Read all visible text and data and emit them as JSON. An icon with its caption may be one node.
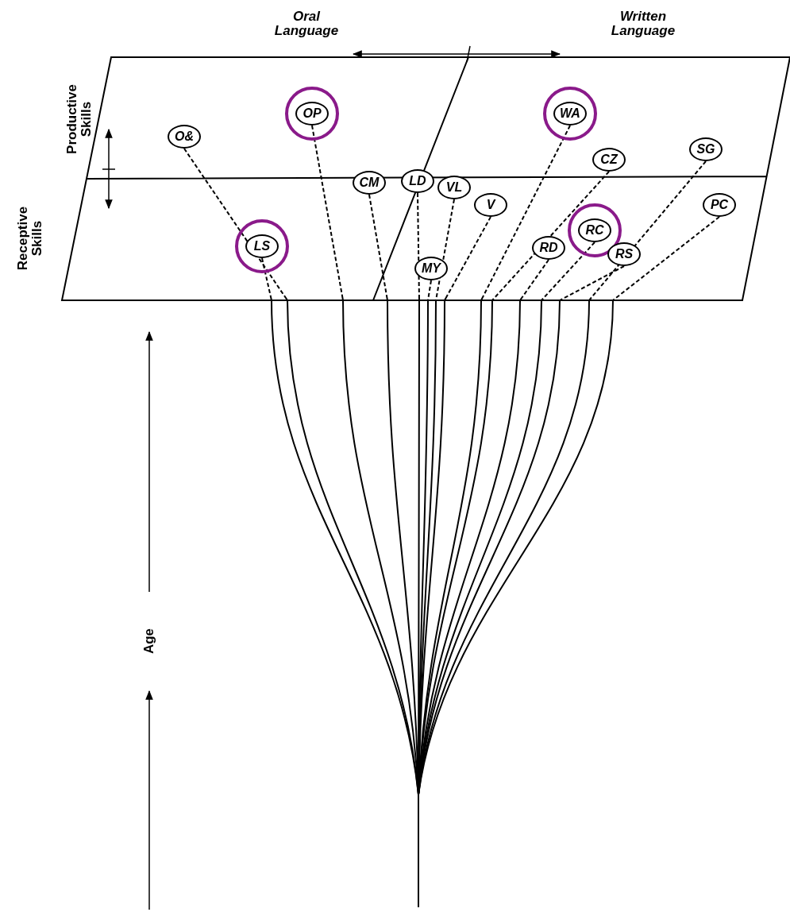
{
  "diagram": {
    "nodes": [
      {
        "text": [
          "OP"
        ]
      },
      {
        "text": [
          "WA"
        ]
      },
      {
        "text": [
          "O&"
        ]
      },
      {
        "text": [
          "SG"
        ]
      },
      {
        "text": [
          "CZ"
        ]
      },
      {
        "text": [
          "LD"
        ]
      },
      {
        "text": [
          "CM"
        ]
      },
      {
        "text": [
          "VL"
        ]
      },
      {
        "text": [
          "V"
        ]
      },
      {
        "text": [
          "PC"
        ]
      },
      {
        "text": [
          "RC"
        ]
      },
      {
        "text": [
          "LS"
        ]
      },
      {
        "text": [
          "RD"
        ]
      },
      {
        "text": [
          "RS"
        ]
      },
      {
        "text": [
          "MY"
        ]
      }
    ],
    "edges": [
      {
        "from": null,
        "to": 0,
        "arrow": "none"
      },
      {
        "from": null,
        "to": 1,
        "arrow": "none"
      },
      {
        "from": null,
        "to": 2,
        "arrow": "none"
      },
      {
        "from": null,
        "to": 3,
        "arrow": "none"
      },
      {
        "from": null,
        "to": 4,
        "arrow": "none"
      },
      {
        "from": null,
        "to": 5,
        "arrow": "none"
      },
      {
        "from": null,
        "to": 6,
        "arrow": "none"
      },
      {
        "from": null,
        "to": 7,
        "arrow": "none"
      },
      {
        "from": null,
        "to": 8,
        "arrow": "none"
      },
      {
        "from": null,
        "to": 9,
        "arrow": "none"
      },
      {
        "from": null,
        "to": 10,
        "arrow": "none"
      },
      {
        "from": null,
        "to": 11,
        "arrow": "none"
      },
      {
        "from": null,
        "to": 12,
        "arrow": "none"
      },
      {
        "from": null,
        "to": 13,
        "arrow": "none"
      },
      {
        "from": null,
        "to": 14,
        "arrow": "none"
      }
    ],
    "labels": [
      "Oral Language",
      "Written Language",
      "Productive Skills",
      "Receptive Skills",
      "Age"
    ]
  }
}
